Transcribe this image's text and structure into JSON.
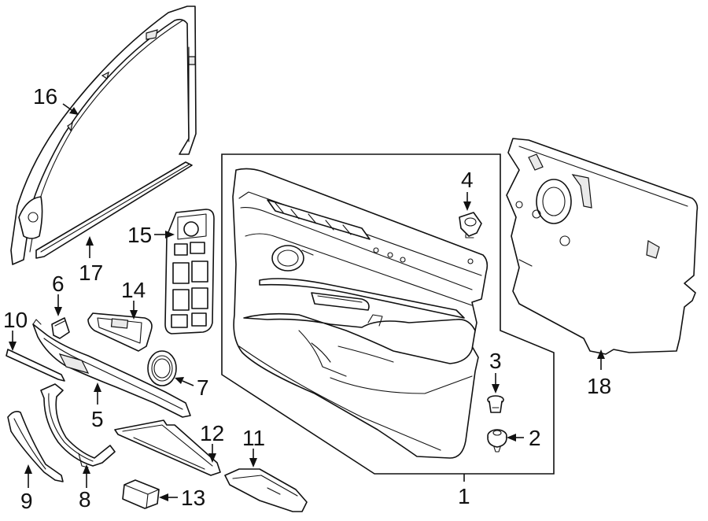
{
  "diagram": {
    "callouts": [
      {
        "id": "c1",
        "label": "1"
      },
      {
        "id": "c2",
        "label": "2"
      },
      {
        "id": "c3",
        "label": "3"
      },
      {
        "id": "c4",
        "label": "4"
      },
      {
        "id": "c5",
        "label": "5"
      },
      {
        "id": "c6",
        "label": "6"
      },
      {
        "id": "c7",
        "label": "7"
      },
      {
        "id": "c8",
        "label": "8"
      },
      {
        "id": "c9",
        "label": "9"
      },
      {
        "id": "c10",
        "label": "10"
      },
      {
        "id": "c11",
        "label": "11"
      },
      {
        "id": "c12",
        "label": "12"
      },
      {
        "id": "c13",
        "label": "13"
      },
      {
        "id": "c14",
        "label": "14"
      },
      {
        "id": "c15",
        "label": "15"
      },
      {
        "id": "c16",
        "label": "16"
      },
      {
        "id": "c17",
        "label": "17"
      },
      {
        "id": "c18",
        "label": "18"
      }
    ]
  }
}
